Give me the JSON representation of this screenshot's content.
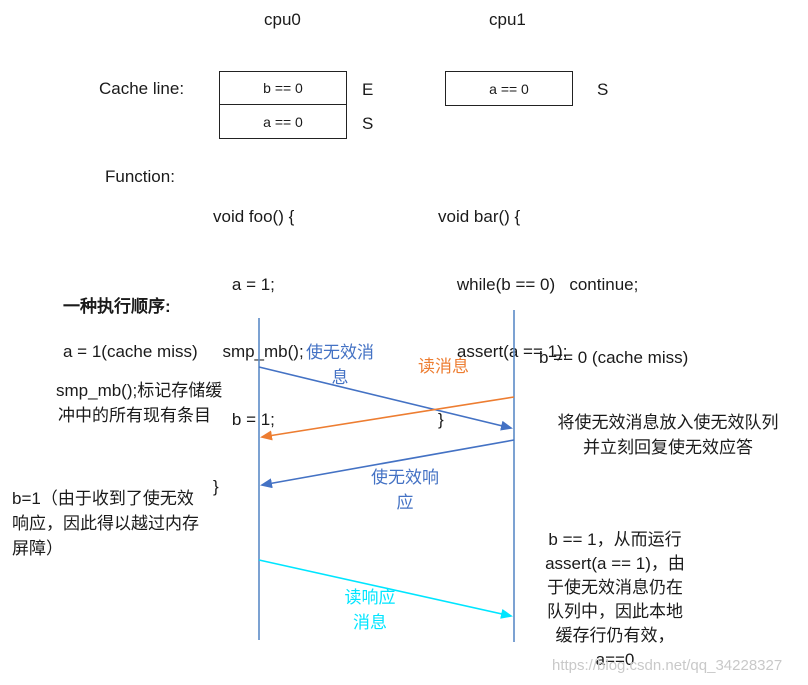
{
  "headers": {
    "cpu0": "cpu0",
    "cpu1": "cpu1"
  },
  "cache": {
    "label": "Cache line:",
    "cpu0_line1": "b == 0",
    "cpu0_line1_state": "E",
    "cpu0_line2": "a == 0",
    "cpu0_line2_state": "S",
    "cpu1_line1": "a == 0",
    "cpu1_line1_state": "S"
  },
  "function": {
    "label": "Function:",
    "foo": [
      "void foo() {",
      "    a = 1;",
      "  smp_mb();",
      "    b = 1;",
      "}"
    ],
    "bar": [
      "void bar() {",
      "    while(b == 0)   continue;",
      "    assert(a == 1);",
      "}"
    ]
  },
  "sequence": {
    "title": "一种执行顺序:",
    "cpu0_notes": {
      "a_eq_1": "a = 1(cache miss)",
      "smp_mb": [
        "smp_mb();标记存储缓",
        "冲中的所有现有条目"
      ],
      "b_eq_1": [
        "b=1（由于收到了使无效",
        "响应，因此得以越过内存",
        "屏障）"
      ]
    },
    "cpu1_notes": {
      "b_miss": "b == 0 (cache miss)",
      "queue": [
        "将使无效消息放入使无效队列",
        "并立刻回复使无效应答"
      ],
      "assert": [
        "b == 1，从而运行",
        "assert(a == 1)，由",
        "于使无效消息仍在",
        "队列中，因此本地",
        "缓存行仍有效，",
        "a==0"
      ]
    },
    "messages": {
      "invalidate": [
        "使无效消",
        "息"
      ],
      "read": "读消息",
      "invalidate_ack": [
        "使无效响",
        "应"
      ],
      "read_response": [
        "读响应",
        "消息"
      ]
    }
  },
  "colors": {
    "invalidate": "#4472c4",
    "read": "#ed7d31",
    "read_response": "#00e5ff",
    "timeline": "#5b8bc6"
  },
  "watermark": "https://blog.csdn.net/qq_34228327"
}
